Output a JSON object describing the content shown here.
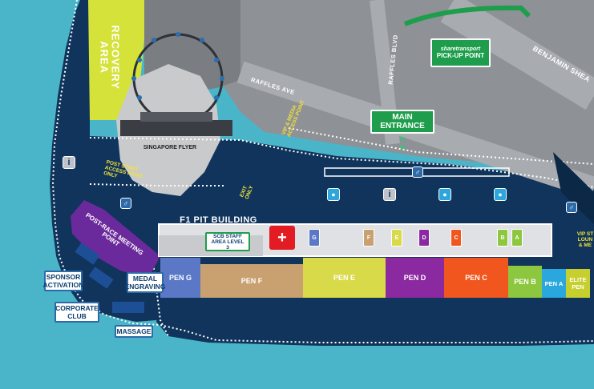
{
  "labels": {
    "recovery_area": "RECOVERY AREA",
    "singapore_flyer": "SINGAPORE FLYER",
    "raffles_ave": "RAFFLES AVE",
    "raffles_blvd": "RAFFLES BLVD",
    "benjamin_sheares": "BENJAMIN SHEA",
    "vip_media_access": "VIP & MEDIA ACCESS POINT",
    "post_start_access": "POST START ACCESS POINT ONLY",
    "exit_only": "EXIT ONLY",
    "main_entrance": "MAIN ENTRANCE",
    "pickup_brand": "sharetransport",
    "pickup_point": "PICK-UP POINT",
    "f1_pit_building": "F1 PIT BUILDING",
    "scb_staff_area": "SCB STAFF AREA LEVEL 3",
    "post_race_meeting_point": "POST-RACE MEETING POINT",
    "sponsor_activation": "SPONSOR ACTIVATION",
    "corporate_club": "CORPORATE CLUB",
    "massage": "MASSAGE",
    "medal_engraving": "MEDAL ENGRAVING",
    "vip_lounge_partial": "VIP ST LOUN & ME",
    "info_symbol": "i"
  },
  "pens": [
    {
      "label": "PEN G",
      "color": "#5b78c7"
    },
    {
      "label": "PEN F",
      "color": "#c9a06f"
    },
    {
      "label": "PEN E",
      "color": "#d9da4a"
    },
    {
      "label": "PEN D",
      "color": "#8b2aa0"
    },
    {
      "label": "PEN C",
      "color": "#f0561e"
    },
    {
      "label": "PEN B",
      "color": "#8dc63f"
    },
    {
      "label": "PEN A",
      "color": "#2aa7dc"
    },
    {
      "label": "ELITE PEN",
      "color": "#c6cf2e"
    }
  ],
  "bag_gates": [
    {
      "letter": "G",
      "color": "#5b78c7"
    },
    {
      "letter": "F",
      "color": "#c9a06f"
    },
    {
      "letter": "E",
      "color": "#d9da4a"
    },
    {
      "letter": "D",
      "color": "#8b2aa0"
    },
    {
      "letter": "C",
      "color": "#f0561e"
    },
    {
      "letter": "B",
      "color": "#8dc63f"
    },
    {
      "letter": "A",
      "color": "#8dc63f"
    }
  ],
  "colors": {
    "water": "#4ab5c8",
    "course": "#10345c",
    "recovery": "#d5e23a",
    "post_race": "#6a2a9c",
    "main_entrance": "#1e9e4c",
    "first_aid": "#e31b23"
  },
  "icons": [
    "info-icon",
    "toilet-icon",
    "water-icon",
    "first-aid-icon",
    "chevron-icon"
  ]
}
